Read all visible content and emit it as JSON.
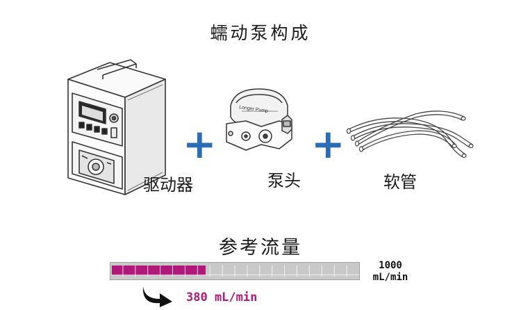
{
  "header": {
    "title": "蠕动泵构成"
  },
  "components": [
    {
      "name": "驱动器",
      "icon": "pump-driver-illustration"
    },
    {
      "name": "泵头",
      "icon": "pump-head-illustration",
      "brand_text": "Longer Pump"
    },
    {
      "name": "软管",
      "icon": "tubing-illustration"
    }
  ],
  "plus_sign": "+",
  "flow": {
    "title": "参考流量",
    "max_value": "1000",
    "max_unit": "mL/min",
    "current_label": "380 mL/min",
    "current_fraction": 0.38,
    "fill_color": "#b0197a",
    "accent_color": "#2a6db5"
  }
}
